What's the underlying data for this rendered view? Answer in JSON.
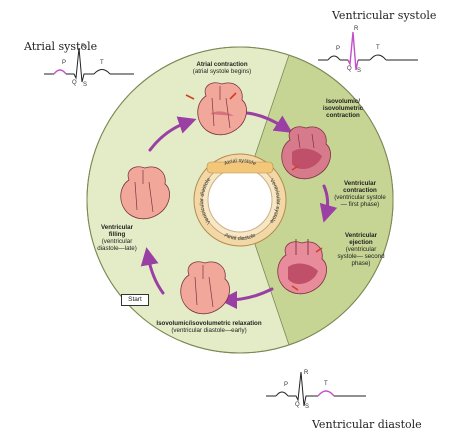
{
  "corner_labels": {
    "top_left": "Atrial systole",
    "top_right": "Ventricular systole",
    "bottom_right": "Ventricular diastole"
  },
  "ecg_letters": {
    "p": "P",
    "q": "Q",
    "r": "R",
    "s": "S",
    "t": "T"
  },
  "ring_labels": {
    "atrial_systole": "Atrial systole",
    "atrial_diastole": "Atrial diastole",
    "ventricular_diastole": "Ventricular diastole",
    "ventricular_systole": "Ventricular systole"
  },
  "phases": {
    "atrial_contraction": {
      "title": "Atrial contraction",
      "subtitle": "(atrial systole begins)"
    },
    "isovolumic_contraction": {
      "title": "Isovolumic/ isovolumetric contraction",
      "subtitle": ""
    },
    "ventricular_contraction": {
      "title": "Ventricular contraction",
      "subtitle": "(ventricular systole— first phase)"
    },
    "ventricular_ejection": {
      "title": "Ventricular ejection",
      "subtitle": "(ventricular systole— second phase)"
    },
    "isovolumic_relaxation": {
      "title": "Isovolumic/isovolumetric relaxation",
      "subtitle": "(ventricular diastole—early)"
    },
    "ventricular_filling": {
      "title": "Ventricular filling",
      "subtitle": "(ventricular diastole—late)"
    }
  },
  "start_label": "Start",
  "colors": {
    "outer_disc": "#e3ecc7",
    "systole_sector": "#c6d494",
    "inner_ring": "#f1d8a6",
    "cycle_arrow": "#9a3fa3",
    "heart_light": "#f2a79b",
    "heart_dark": "#c0506a",
    "ecg_highlight": "#c450c8"
  }
}
